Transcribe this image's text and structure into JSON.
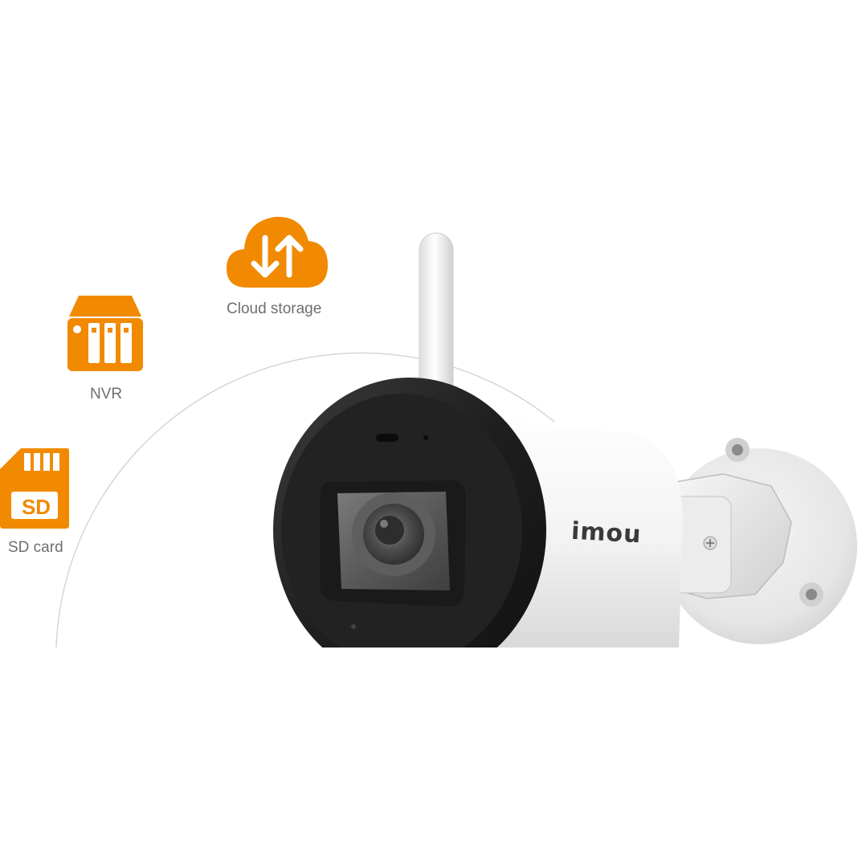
{
  "storage_options": {
    "cloud": {
      "label": "Cloud storage",
      "icon": "cloud-sync-icon"
    },
    "nvr": {
      "label": "NVR",
      "icon": "nvr-icon"
    },
    "sd": {
      "label": "SD card",
      "badge": "SD",
      "icon": "sd-card-icon"
    }
  },
  "camera": {
    "brand": "imou"
  },
  "colors": {
    "accent": "#f18a00",
    "label": "#6f6f6f",
    "arc": "#d6d6d6"
  }
}
